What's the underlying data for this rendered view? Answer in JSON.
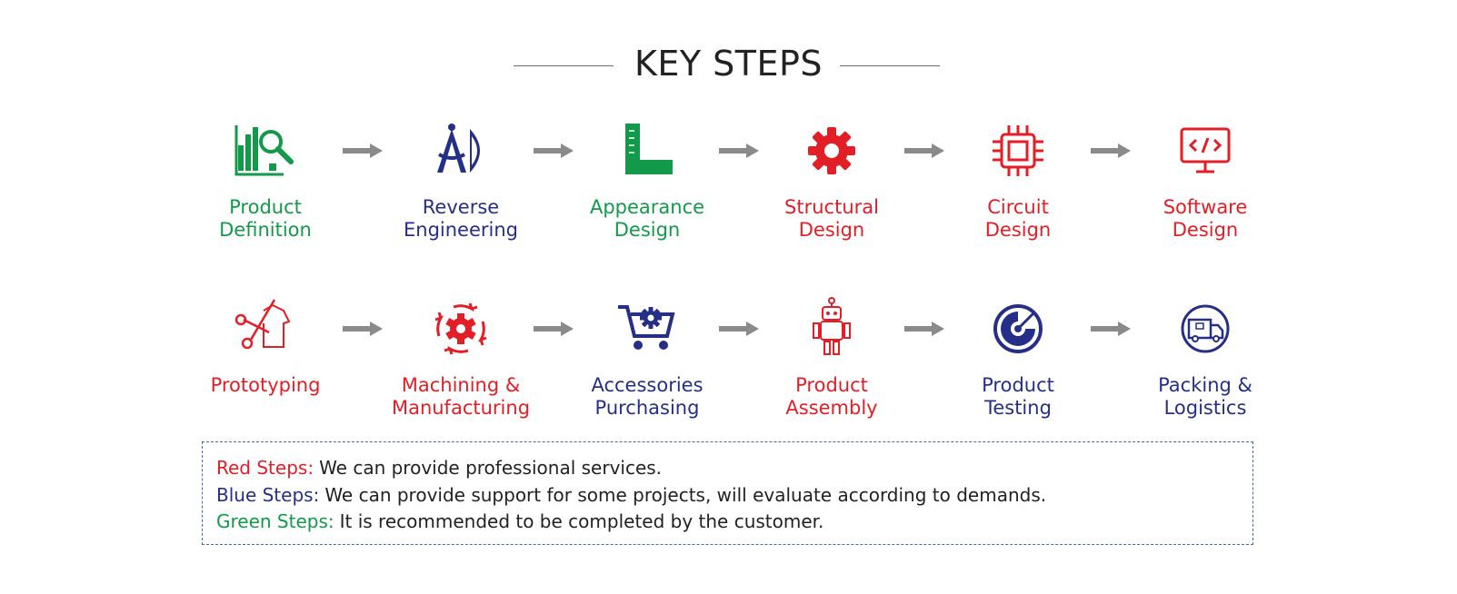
{
  "title": "KEY STEPS",
  "colors": {
    "red": "#e21e26",
    "blue": "#262f88",
    "green": "#13994a",
    "arrow": "#8a8a8a"
  },
  "row1": [
    {
      "label_lines": [
        "Product",
        "Definition"
      ],
      "color": "green",
      "icon": "chart-magnifier-icon"
    },
    {
      "label_lines": [
        "Reverse",
        "Engineering"
      ],
      "color": "blue",
      "icon": "compass-icon"
    },
    {
      "label_lines": [
        "Appearance",
        "Design"
      ],
      "color": "green",
      "icon": "ruler-square-icon"
    },
    {
      "label_lines": [
        "Structural",
        "Design"
      ],
      "color": "red",
      "icon": "gear-icon"
    },
    {
      "label_lines": [
        "Circuit",
        "Design"
      ],
      "color": "red",
      "icon": "chip-icon"
    },
    {
      "label_lines": [
        "Software",
        "Design"
      ],
      "color": "red",
      "icon": "monitor-code-icon"
    }
  ],
  "row2": [
    {
      "label_lines": [
        "Prototyping"
      ],
      "color": "red",
      "icon": "scissors-shirt-icon"
    },
    {
      "label_lines": [
        "Machining &",
        "Manufacturing"
      ],
      "color": "red",
      "icon": "gear-cycle-icon"
    },
    {
      "label_lines": [
        "Accessories",
        "Purchasing"
      ],
      "color": "blue",
      "icon": "cart-gear-icon"
    },
    {
      "label_lines": [
        "Product",
        "Assembly"
      ],
      "color": "red",
      "icon": "robot-icon"
    },
    {
      "label_lines": [
        "Product",
        "Testing"
      ],
      "color": "blue",
      "icon": "gauge-icon"
    },
    {
      "label_lines": [
        "Packing &",
        "Logistics"
      ],
      "color": "blue",
      "icon": "truck-icon"
    }
  ],
  "notes": [
    {
      "key": "Red Steps:",
      "text": "We can provide professional services.",
      "color": "red"
    },
    {
      "key": "Blue Steps:",
      "text": "We can provide support for some projects, will evaluate according to demands.",
      "color": "blue"
    },
    {
      "key": "Green Steps:",
      "text": "It is recommended to be completed by the customer.",
      "color": "green"
    }
  ]
}
